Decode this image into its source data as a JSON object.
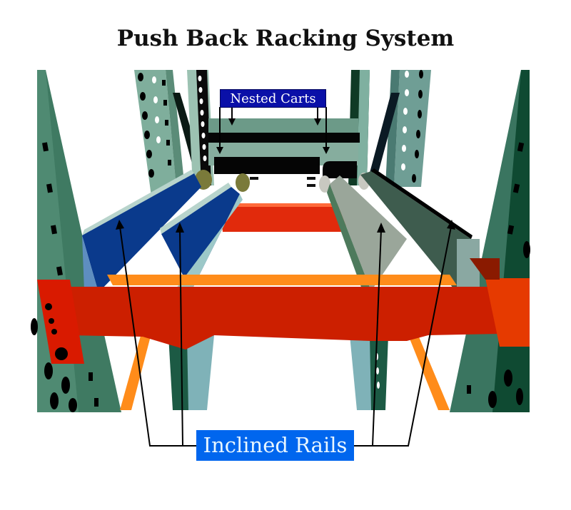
{
  "title": "Push Back Racking System",
  "labels": {
    "nested_carts": "Nested Carts",
    "inclined_rails": "Inclined Rails"
  },
  "colors": {
    "upright_green": "#3f7a62",
    "upright_light": "#7fae9c",
    "beam_red": "#cc1f00",
    "beam_orange": "#ff8c1a",
    "rail_blue": "#0a3a8c",
    "rail_top": "#b8d4cc",
    "rail_green": "#4d7a5c",
    "cart_black": "#050505",
    "label_nested_bg": "#0a10a8",
    "label_rails_bg": "#0066ee"
  },
  "components": [
    {
      "name": "Nested Carts",
      "count": 2
    },
    {
      "name": "Inclined Rails",
      "count": 4
    }
  ]
}
